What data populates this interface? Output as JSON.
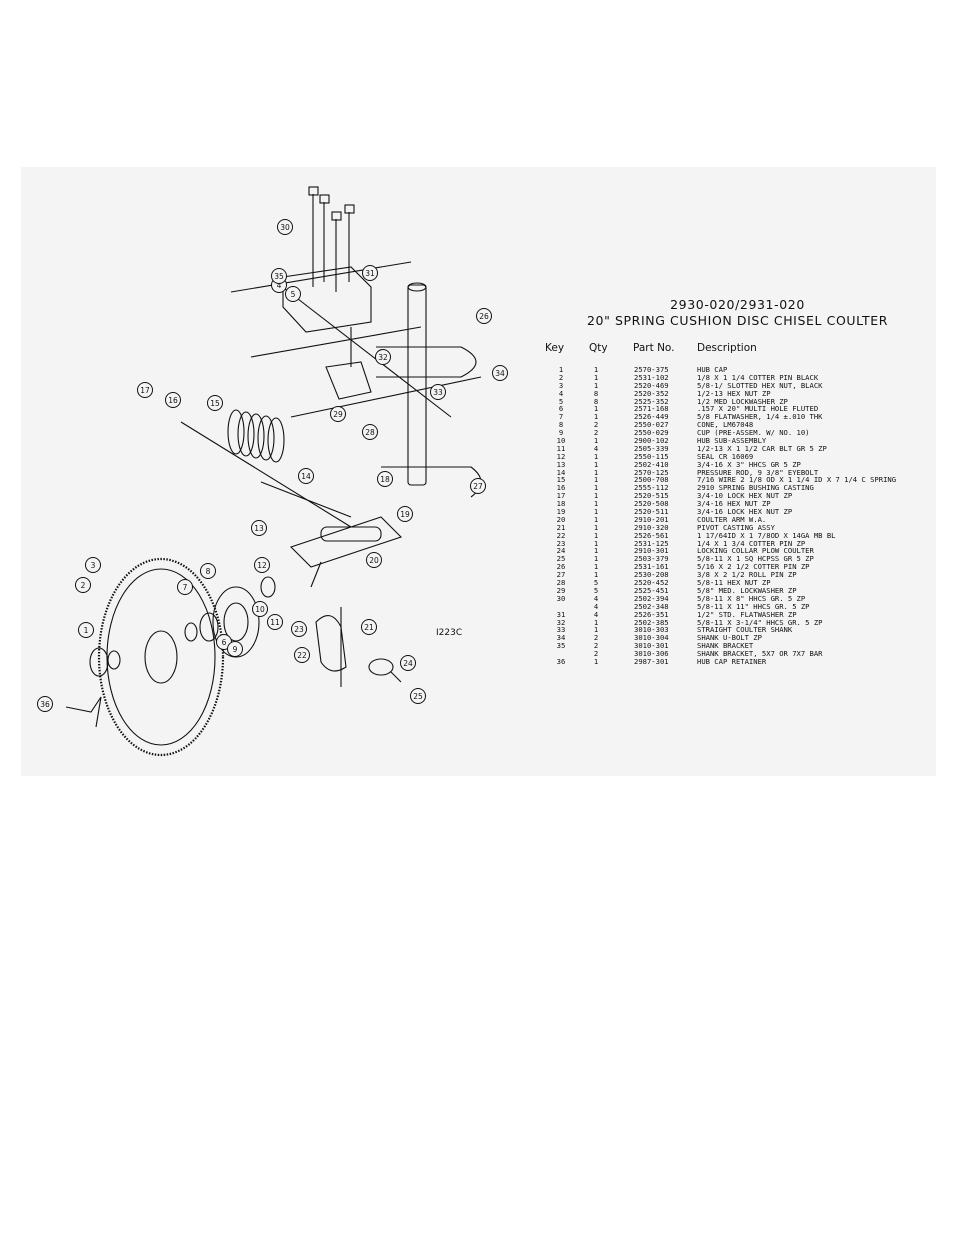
{
  "title": {
    "line1": "2930-020/2931-020",
    "line2": "20\" SPRING CUSHION DISC CHISEL COULTER"
  },
  "drawing_ref": "I223C",
  "headers": {
    "key": "Key",
    "qty": "Qty",
    "part": "Part No.",
    "desc": "Description"
  },
  "callouts": [
    "1",
    "2",
    "3",
    "4",
    "5",
    "6",
    "7",
    "8",
    "9",
    "10",
    "11",
    "12",
    "13",
    "14",
    "15",
    "16",
    "17",
    "18",
    "19",
    "20",
    "21",
    "22",
    "23",
    "24",
    "25",
    "26",
    "27",
    "28",
    "29",
    "30",
    "31",
    "32",
    "33",
    "34",
    "35",
    "36"
  ],
  "parts": [
    {
      "key": "1",
      "qty": "1",
      "part": "2570-375",
      "desc": "HUB CAP"
    },
    {
      "key": "2",
      "qty": "1",
      "part": "2531-102",
      "desc": "1/8 X 1 1/4 COTTER PIN BLACK"
    },
    {
      "key": "3",
      "qty": "1",
      "part": "2520-469",
      "desc": "5/8-1/ SLOTTED HEX NUT, BLACK"
    },
    {
      "key": "4",
      "qty": "8",
      "part": "2520-352",
      "desc": "1/2-13 HEX NUT ZP"
    },
    {
      "key": "5",
      "qty": "8",
      "part": "2525-352",
      "desc": "1/2 MED LOCKWASHER ZP"
    },
    {
      "key": "6",
      "qty": "1",
      "part": "2571-168",
      "desc": ".157 X 20\" MULTI HOLE FLUTED"
    },
    {
      "key": "7",
      "qty": "1",
      "part": "2526-449",
      "desc": "5/8 FLATWASHER, 1/4 ±.010 THK"
    },
    {
      "key": "8",
      "qty": "2",
      "part": "2550-027",
      "desc": "CONE, LM67048"
    },
    {
      "key": "9",
      "qty": "2",
      "part": "2550-029",
      "desc": "CUP (PRE-ASSEM. W/ NO. 10)"
    },
    {
      "key": "10",
      "qty": "1",
      "part": "2900-102",
      "desc": "HUB SUB-ASSEMBLY"
    },
    {
      "key": "11",
      "qty": "4",
      "part": "2505-339",
      "desc": "1/2-13 X 1 1/2 CAR BLT GR 5 ZP"
    },
    {
      "key": "12",
      "qty": "1",
      "part": "2550-115",
      "desc": "SEAL CR 16069"
    },
    {
      "key": "13",
      "qty": "1",
      "part": "2502-410",
      "desc": "3/4-16 X 3\" HHCS GR 5 ZP"
    },
    {
      "key": "14",
      "qty": "1",
      "part": "2570-125",
      "desc": "PRESSURE ROD, 9 3/8\" EYEBOLT"
    },
    {
      "key": "15",
      "qty": "1",
      "part": "2500-708",
      "desc": "7/16 WIRE 2 1/8 OD X 1 1/4 ID X 7 1/4 C SPRING"
    },
    {
      "key": "16",
      "qty": "1",
      "part": "2555-112",
      "desc": "2910 SPRING BUSHING CASTING"
    },
    {
      "key": "17",
      "qty": "1",
      "part": "2520-515",
      "desc": "3/4-10 LOCK HEX NUT ZP"
    },
    {
      "key": "18",
      "qty": "1",
      "part": "2520-508",
      "desc": "3/4-16 HEX NUT ZP"
    },
    {
      "key": "19",
      "qty": "1",
      "part": "2520-511",
      "desc": "3/4-16 LOCK HEX NUT ZP"
    },
    {
      "key": "20",
      "qty": "1",
      "part": "2910-201",
      "desc": "COULTER ARM W.A."
    },
    {
      "key": "21",
      "qty": "1",
      "part": "2910-320",
      "desc": "PIVOT CASTING ASSY"
    },
    {
      "key": "22",
      "qty": "1",
      "part": "2526-561",
      "desc": "1 17/64ID X 1 7/8OD X 14GA MB BL"
    },
    {
      "key": "23",
      "qty": "1",
      "part": "2531-125",
      "desc": "1/4 X 1 3/4 COTTER PIN ZP"
    },
    {
      "key": "24",
      "qty": "1",
      "part": "2910-301",
      "desc": "LOCKING COLLAR PLOW COULTER"
    },
    {
      "key": "25",
      "qty": "1",
      "part": "2503-379",
      "desc": "5/8-11 X 1 SQ HCPSS GR 5 ZP"
    },
    {
      "key": "26",
      "qty": "1",
      "part": "2531-161",
      "desc": "5/16 X 2 1/2 COTTER PIN ZP"
    },
    {
      "key": "27",
      "qty": "1",
      "part": "2530-208",
      "desc": "3/8 X 2 1/2 ROLL PIN ZP"
    },
    {
      "key": "28",
      "qty": "5",
      "part": "2520-452",
      "desc": "5/8-11 HEX NUT ZP"
    },
    {
      "key": "29",
      "qty": "5",
      "part": "2525-451",
      "desc": "5/8\" MED. LOCKWASHER ZP"
    },
    {
      "key": "30",
      "qty": "4",
      "part": "2502-394",
      "desc": "5/8-11 X 8\" HHCS GR. 5 ZP"
    },
    {
      "key": "",
      "qty": "4",
      "part": "2502-348",
      "desc": "5/8-11 X 11\" HHCS GR. 5 ZP"
    },
    {
      "key": "31",
      "qty": "4",
      "part": "2526-351",
      "desc": "1/2\" STD. FLATWASHER ZP"
    },
    {
      "key": "32",
      "qty": "1",
      "part": "2502-385",
      "desc": "5/8-11 X 3-1/4\" HHCS GR. 5 ZP"
    },
    {
      "key": "33",
      "qty": "1",
      "part": "3010-303",
      "desc": "STRAIGHT COULTER SHANK"
    },
    {
      "key": "34",
      "qty": "2",
      "part": "3010-304",
      "desc": "SHANK U-BOLT ZP"
    },
    {
      "key": "35",
      "qty": "2",
      "part": "3010-301",
      "desc": "SHANK BRACKET"
    },
    {
      "key": "",
      "qty": "2",
      "part": "3010-306",
      "desc": "SHANK BRACKET, 5X7 OR 7X7 BAR"
    },
    {
      "key": "36",
      "qty": "1",
      "part": "2987-301",
      "desc": "HUB CAP RETAINER"
    }
  ]
}
